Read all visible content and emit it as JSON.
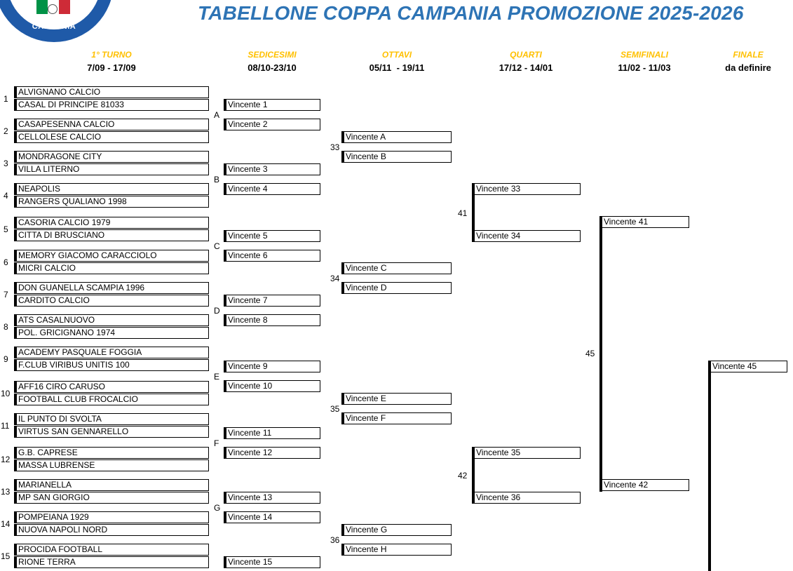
{
  "logo": {
    "text": "CAMPANIA",
    "colors": {
      "ring": "#1f5aa8",
      "green": "#009246",
      "white": "#ffffff",
      "red": "#ce2b37"
    }
  },
  "title": "TABELLONE COPPA CAMPANIA PROMOZIONE 2025-2026",
  "rounds": [
    {
      "name": "1° TURNO",
      "dates": "7/09 - 17/09"
    },
    {
      "name": "SEDICESIMI",
      "dates": "08/10-23/10"
    },
    {
      "name": "OTTAVI",
      "dates": "05/11  - 19/11"
    },
    {
      "name": "QUARTI",
      "dates": "17/12 - 14/01"
    },
    {
      "name": "SEMIFINALI",
      "dates": "11/02 - 11/03"
    },
    {
      "name": "FINALE",
      "dates": "da definire"
    }
  ],
  "first_round": [
    {
      "num": "1",
      "home": "ALVIGNANO CALCIO",
      "away": "CASAL DI PRINCIPE 81033"
    },
    {
      "num": "2",
      "home": "CASAPESENNA CALCIO",
      "away": "CELLOLESE CALCIO"
    },
    {
      "num": "3",
      "home": "MONDRAGONE CITY",
      "away": "VILLA LITERNO"
    },
    {
      "num": "4",
      "home": "NEAPOLIS",
      "away": "RANGERS QUALIANO 1998"
    },
    {
      "num": "5",
      "home": "CASORIA CALCIO 1979",
      "away": "CITTA DI BRUSCIANO"
    },
    {
      "num": "6",
      "home": "MEMORY GIACOMO CARACCIOLO",
      "away": "MICRI CALCIO"
    },
    {
      "num": "7",
      "home": "DON GUANELLA SCAMPIA 1996",
      "away": "CARDITO CALCIO"
    },
    {
      "num": "8",
      "home": "ATS CASALNUOVO",
      "away": "POL. GRICIGNANO 1974"
    },
    {
      "num": "9",
      "home": "ACADEMY PASQUALE FOGGIA",
      "away": "F.CLUB VIRIBUS UNITIS 100"
    },
    {
      "num": "10",
      "home": "AFF16 CIRO CARUSO",
      "away": "FOOTBALL CLUB FROCALCIO"
    },
    {
      "num": "11",
      "home": "IL PUNTO DI SVOLTA",
      "away": "VIRTUS SAN GENNARELLO"
    },
    {
      "num": "12",
      "home": "G.B. CAPRESE",
      "away": "MASSA LUBRENSE"
    },
    {
      "num": "13",
      "home": "MARIANELLA",
      "away": "MP SAN GIORGIO"
    },
    {
      "num": "14",
      "home": "POMPEIANA 1929",
      "away": "NUOVA NAPOLI NORD"
    },
    {
      "num": "15",
      "home": "PROCIDA FOOTBALL",
      "away": "RIONE TERRA"
    }
  ],
  "sedicesimi": [
    {
      "label": "A",
      "a": "Vincente 1",
      "b": "Vincente 2"
    },
    {
      "label": "B",
      "a": "Vincente 3",
      "b": "Vincente 4"
    },
    {
      "label": "C",
      "a": "Vincente 5",
      "b": "Vincente 6"
    },
    {
      "label": "D",
      "a": "Vincente 7",
      "b": "Vincente 8"
    },
    {
      "label": "E",
      "a": "Vincente 9",
      "b": "Vincente 10"
    },
    {
      "label": "F",
      "a": "Vincente 11",
      "b": "Vincente 12"
    },
    {
      "label": "G",
      "a": "Vincente 13",
      "b": "Vincente 14"
    },
    {
      "label": "",
      "a": "Vincente 15",
      "b": ""
    }
  ],
  "ottavi": [
    {
      "label": "33",
      "a": "Vincente A",
      "b": "Vincente B"
    },
    {
      "label": "34",
      "a": "Vincente C",
      "b": "Vincente D"
    },
    {
      "label": "35",
      "a": "Vincente E",
      "b": "Vincente F"
    },
    {
      "label": "36",
      "a": "Vincente G",
      "b": "Vincente H"
    }
  ],
  "quarti": [
    {
      "label": "41",
      "a": "Vincente 33",
      "b": "Vincente 34"
    },
    {
      "label": "42",
      "a": "Vincente 35",
      "b": "Vincente 36"
    }
  ],
  "semifinali": {
    "label": "45",
    "a": "Vincente 41",
    "b": "Vincente 42"
  },
  "finale": {
    "a": "Vincente 45"
  }
}
